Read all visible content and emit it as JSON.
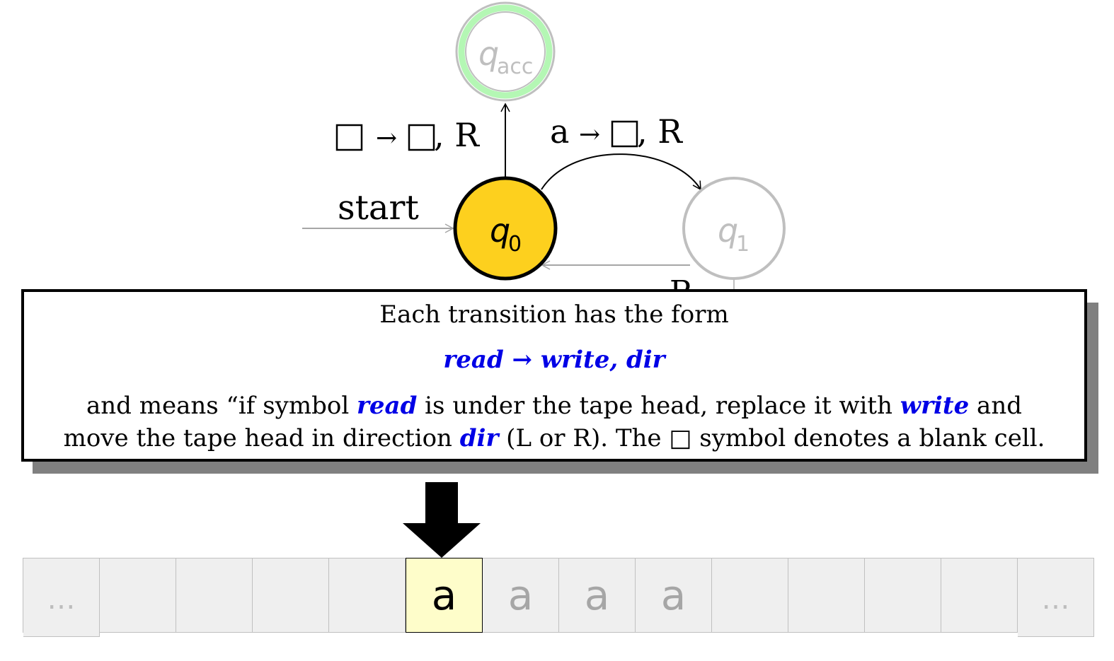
{
  "states": {
    "q_acc": {
      "letter": "q",
      "sub": "acc",
      "active": false,
      "accepting": true
    },
    "q0": {
      "letter": "q",
      "sub": "0",
      "active": true
    },
    "q1": {
      "letter": "q",
      "sub": "1",
      "active": false
    }
  },
  "start_label": "start",
  "transitions": {
    "q0_to_qacc": {
      "read": "□",
      "arrow": "→",
      "write": "□",
      "dir": ", R"
    },
    "q0_to_q1": {
      "read": "a",
      "arrow": "→",
      "write": "□",
      "dir": ", R"
    },
    "q1_to_q0_partial": "R"
  },
  "note": {
    "line1": "Each transition has the form",
    "line2": "read → write, dir",
    "p1": "and means “if symbol ",
    "read": "read",
    "p2": " is under the tape head, replace it with ",
    "write": "write",
    "p3": " and",
    "p4": "move the tape head in direction ",
    "dir": "dir",
    "p5": " (L or R). The □ symbol denotes a blank cell."
  },
  "tape": {
    "cells": [
      "…",
      "",
      "",
      "",
      "",
      "a",
      "a",
      "a",
      "a",
      "",
      "",
      "",
      "",
      "…"
    ],
    "head_index": 5
  },
  "colors": {
    "active_state": "#fdd01e",
    "accept_ring": "#b4f7b4",
    "inactive": "#bfbfbf",
    "highlight_text": "#0000e6",
    "head_cell": "#fefdca",
    "cell": "#efefef"
  }
}
